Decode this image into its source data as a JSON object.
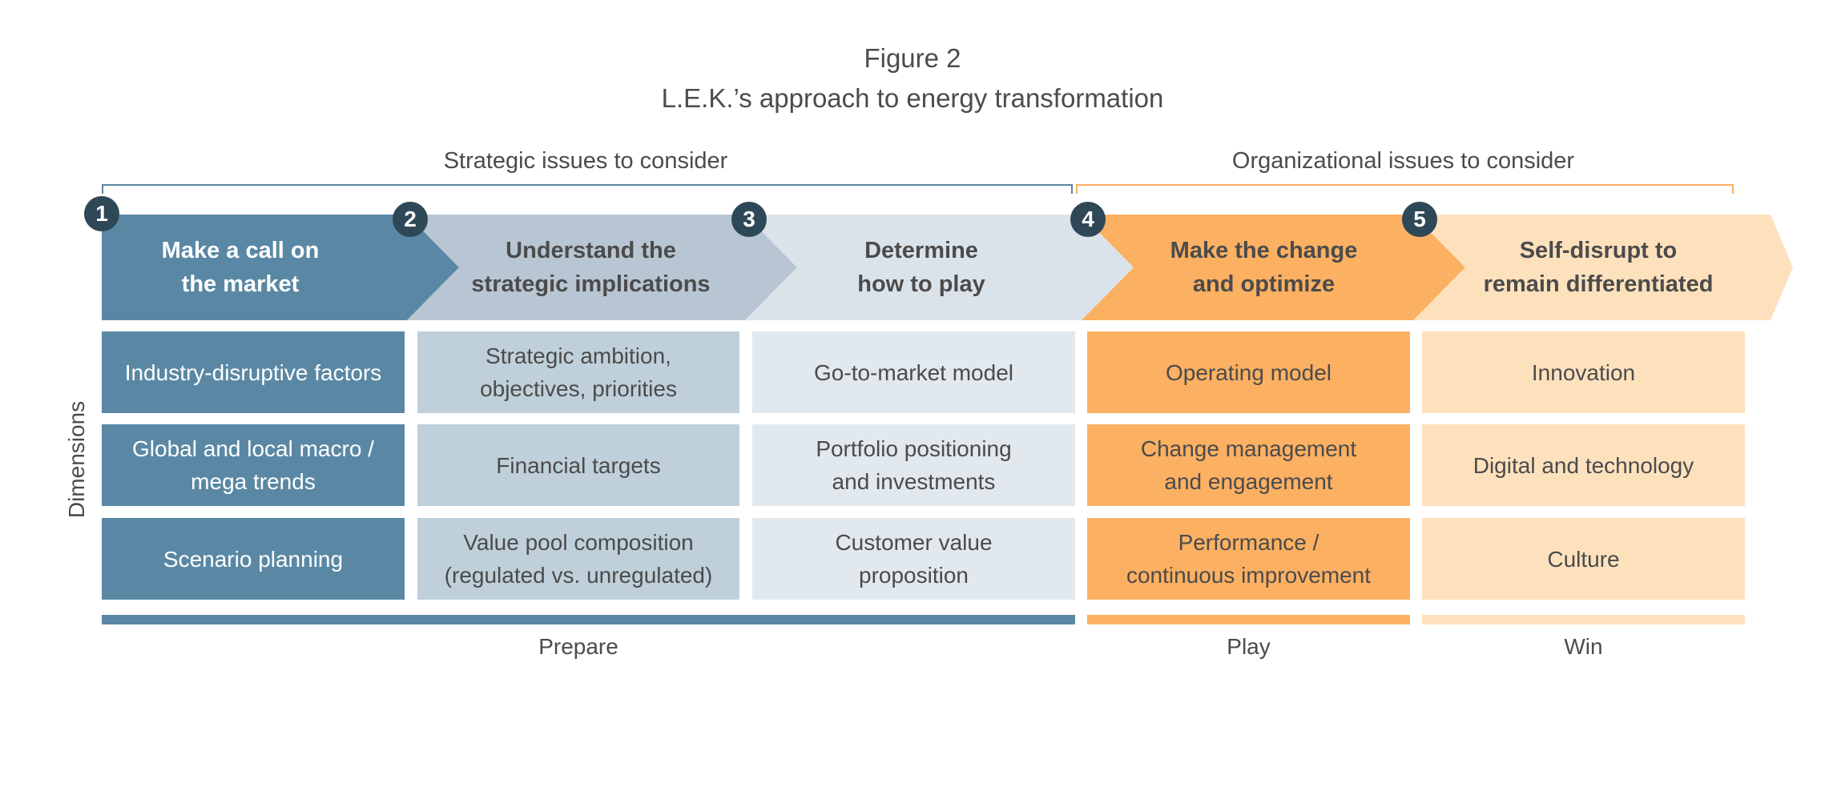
{
  "figure": {
    "number": "Figure 2",
    "title": "L.E.K.’s approach to energy transformation"
  },
  "groups": {
    "strategic": "Strategic issues to consider",
    "organizational": "Organizational issues to consider"
  },
  "axis_label": "Dimensions",
  "steps": [
    {
      "number": "1",
      "label_line1": "Make a call on",
      "label_line2": "the market"
    },
    {
      "number": "2",
      "label_line1": "Understand the",
      "label_line2": "strategic implications"
    },
    {
      "number": "3",
      "label_line1": "Determine",
      "label_line2": "how to play"
    },
    {
      "number": "4",
      "label_line1": "Make the change",
      "label_line2": "and optimize"
    },
    {
      "number": "5",
      "label_line1": "Self-disrupt to",
      "label_line2": "remain differentiated"
    }
  ],
  "columns": [
    {
      "cells": [
        {
          "line1": "Industry-disruptive factors",
          "line2": ""
        },
        {
          "line1": "Global and local macro /",
          "line2": "mega trends"
        },
        {
          "line1": "Scenario planning",
          "line2": ""
        }
      ]
    },
    {
      "cells": [
        {
          "line1": "Strategic ambition,",
          "line2": "objectives, priorities"
        },
        {
          "line1": "Financial targets",
          "line2": ""
        },
        {
          "line1": "Value pool composition",
          "line2": "(regulated vs. unregulated)"
        }
      ]
    },
    {
      "cells": [
        {
          "line1": "Go-to-market model",
          "line2": ""
        },
        {
          "line1": "Portfolio positioning",
          "line2": "and investments"
        },
        {
          "line1": "Customer value",
          "line2": "proposition"
        }
      ]
    },
    {
      "cells": [
        {
          "line1": "Operating model",
          "line2": ""
        },
        {
          "line1": "Change management",
          "line2": "and engagement"
        },
        {
          "line1": "Performance /",
          "line2": "continuous improvement"
        }
      ]
    },
    {
      "cells": [
        {
          "line1": "Innovation",
          "line2": ""
        },
        {
          "line1": "Digital and technology",
          "line2": ""
        },
        {
          "line1": "Culture",
          "line2": ""
        }
      ]
    }
  ],
  "phases": {
    "prepare": "Prepare",
    "play": "Play",
    "win": "Win"
  },
  "colors": {
    "step1": "#5a88a4",
    "step2": "#b8c6d3",
    "step3": "#dbe3ea",
    "step4": "#fbb062",
    "step5": "#fde1bd",
    "cell1": "#5a88a4",
    "cell2": "#bfd0da",
    "cell3": "#e1e8ee",
    "cell4": "#fbb062",
    "cell5": "#fde1bd",
    "bracket_strategic": "#5a88a4",
    "bracket_organizational": "#fbb062",
    "badge": "#2f4858"
  }
}
